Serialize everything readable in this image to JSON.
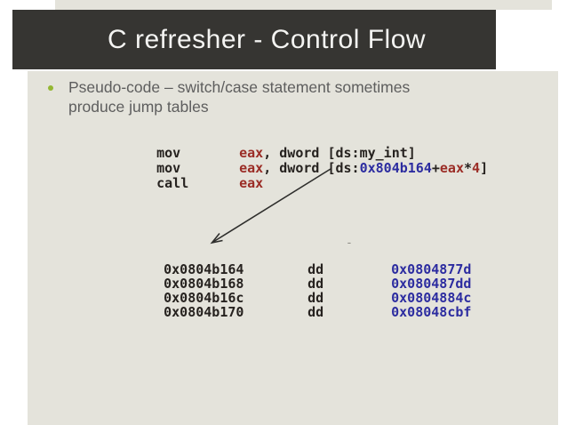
{
  "page": {
    "title": "C refresher - Control Flow"
  },
  "bullet": {
    "line1": "Pseudo-code – switch/case statement sometimes",
    "line2": "produce jump tables"
  },
  "colors": {
    "page_bg": "#ffffff",
    "slide_bg": "#e4e3db",
    "title_bar_bg": "#363532",
    "title_text": "#f4f4f2",
    "bullet_text": "#5e5e5e",
    "bullet_dot": "#94b733",
    "code_black": "#26221f",
    "code_red": "#9b2d26",
    "code_blue": "#2c2ca0",
    "arrow": "#2e2e2c",
    "artifact": "#8f8f89"
  },
  "code": {
    "instructions": [
      {
        "opcode": "mov",
        "tokens": [
          {
            "t": "eax",
            "c": "red"
          },
          {
            "t": ", dword [ds:my_int]",
            "c": "black"
          }
        ]
      },
      {
        "opcode": "mov",
        "tokens": [
          {
            "t": "eax",
            "c": "red"
          },
          {
            "t": ", dword [ds:",
            "c": "black"
          },
          {
            "t": "0x804b164",
            "c": "blue"
          },
          {
            "t": "+",
            "c": "black"
          },
          {
            "t": "eax",
            "c": "red"
          },
          {
            "t": "*",
            "c": "black"
          },
          {
            "t": "4",
            "c": "red"
          },
          {
            "t": "]",
            "c": "black"
          }
        ]
      },
      {
        "opcode": "call",
        "tokens": [
          {
            "t": "eax",
            "c": "red"
          }
        ]
      }
    ],
    "artifact_dash": "-",
    "jump_table": [
      {
        "address": "0x0804b164",
        "directive": "dd",
        "value": "0x0804877d"
      },
      {
        "address": "0x0804b168",
        "directive": "dd",
        "value": "0x080487dd"
      },
      {
        "address": "0x0804b16c",
        "directive": "dd",
        "value": "0x0804884c"
      },
      {
        "address": "0x0804b170",
        "directive": "dd",
        "value": "0x08048cbf"
      }
    ]
  }
}
